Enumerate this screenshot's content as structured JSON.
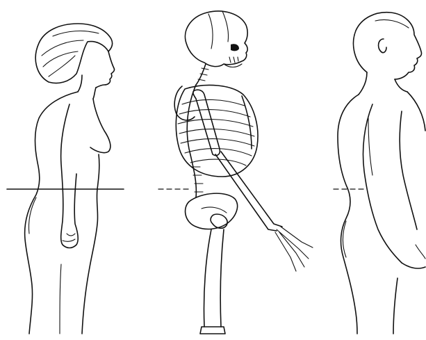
{
  "figure": {
    "panels": [
      {
        "name": "female-profile-figure"
      },
      {
        "name": "skeleton-profile-figure"
      },
      {
        "name": "male-profile-figure"
      }
    ],
    "reference_line": "horizontal-hip-level-line",
    "colors": {
      "ink": "#111111",
      "background": "#ffffff"
    }
  }
}
